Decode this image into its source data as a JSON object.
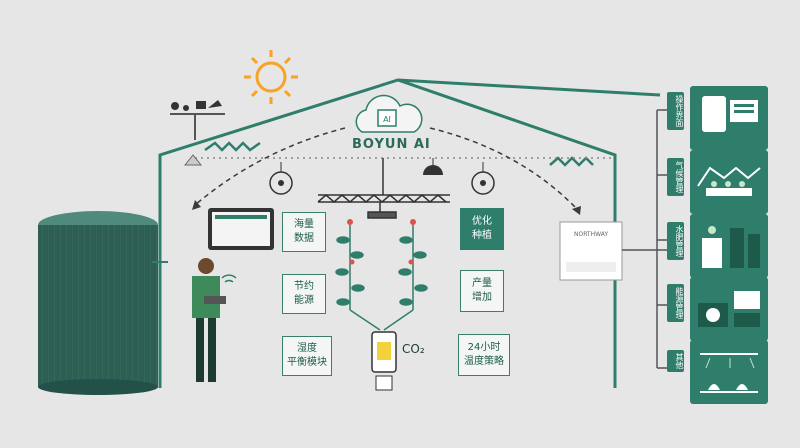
{
  "brand": "BOYUN AI",
  "ai_chip": "AI",
  "left_boxes": [
    {
      "label": "海量\n数据"
    },
    {
      "label": "节约\n能源"
    },
    {
      "label": "湿度\n平衡模块"
    }
  ],
  "right_boxes": [
    {
      "label": "优化\n种植"
    },
    {
      "label": "产量\n增加"
    },
    {
      "label": "24小时\n温度策略"
    }
  ],
  "co2": "CO₂",
  "device_label": "NORTHWAY",
  "side_panels": [
    {
      "tag": "操作界面",
      "icon": "tablet-screen-icon"
    },
    {
      "tag": "气候管理",
      "icon": "greenhouse-climate-icon"
    },
    {
      "tag": "水肥管理",
      "icon": "water-fertilizer-icon"
    },
    {
      "tag": "能源管理",
      "icon": "energy-equipment-icon"
    },
    {
      "tag": "其他",
      "icon": "sprinkler-plants-icon"
    }
  ],
  "colors": {
    "accent": "#2f7e6b",
    "dark": "#1d5a4a",
    "sun": "#f7a325",
    "tank": "#2e5f52"
  }
}
